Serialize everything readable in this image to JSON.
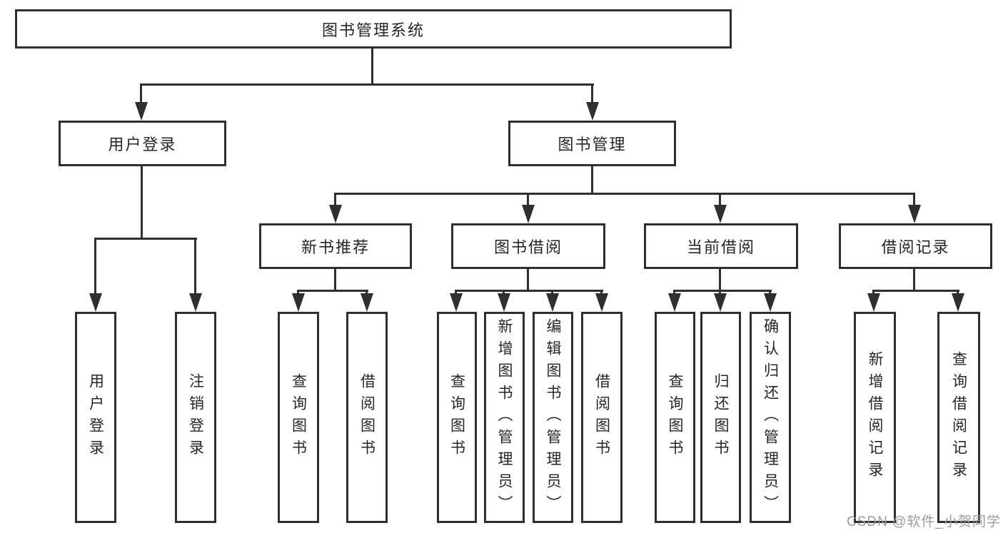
{
  "colors": {
    "line": "#2f2f2f",
    "text": "#262626",
    "watermark": "#9b9b9b",
    "background": "#ffffff"
  },
  "diagram": {
    "root": {
      "label": "图书管理系统"
    },
    "level2": [
      {
        "label": "用户登录"
      },
      {
        "label": "图书管理"
      }
    ],
    "level3": [
      {
        "label": "新书推荐"
      },
      {
        "label": "图书借阅"
      },
      {
        "label": "当前借阅"
      },
      {
        "label": "借阅记录"
      }
    ],
    "leaves": [
      {
        "label": "用户登录"
      },
      {
        "label": "注销登录"
      },
      {
        "label": "查询图书"
      },
      {
        "label": "借阅图书"
      },
      {
        "label": "查询图书"
      },
      {
        "label": "新增图书（管理员）"
      },
      {
        "label": "编辑图书（管理员）"
      },
      {
        "label": "借阅图书"
      },
      {
        "label": "查询图书"
      },
      {
        "label": "归还图书"
      },
      {
        "label": "确认归还（管理员）"
      },
      {
        "label": "新增借阅记录"
      },
      {
        "label": "查询借阅记录"
      }
    ]
  },
  "watermark": {
    "text": "CSDN @软件_小贺同学"
  }
}
